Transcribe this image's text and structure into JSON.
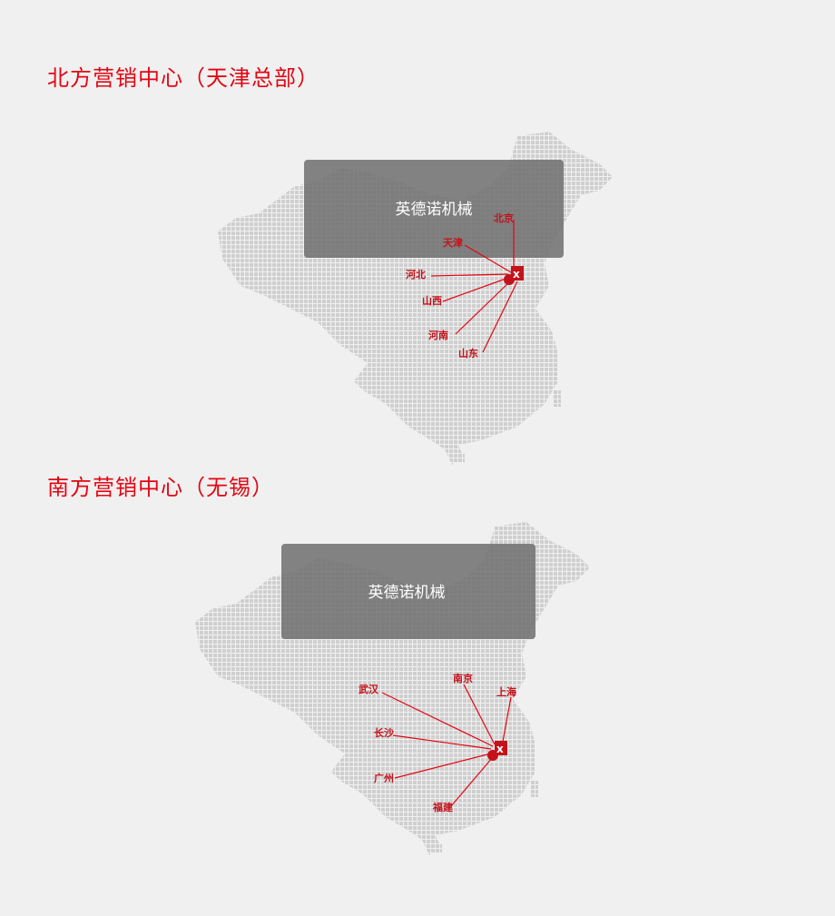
{
  "north": {
    "title": "北方营销中心（天津总部）",
    "company": "英德诺机械",
    "cities": [
      "北京",
      "天津",
      "河北",
      "山西",
      "河南",
      "山东"
    ]
  },
  "south": {
    "title": "南方营销中心（无锡）",
    "company": "英德诺机械",
    "cities": [
      "南京",
      "上海",
      "武汉",
      "长沙",
      "广州",
      "福建"
    ]
  },
  "colors": {
    "accent": "#e30613",
    "line": "#e30613",
    "map": "#cfcfcf",
    "overlay": "#6e6e6e",
    "background": "#f0f0f0"
  },
  "icons": {
    "hq_marker": "dx-logo-icon"
  }
}
